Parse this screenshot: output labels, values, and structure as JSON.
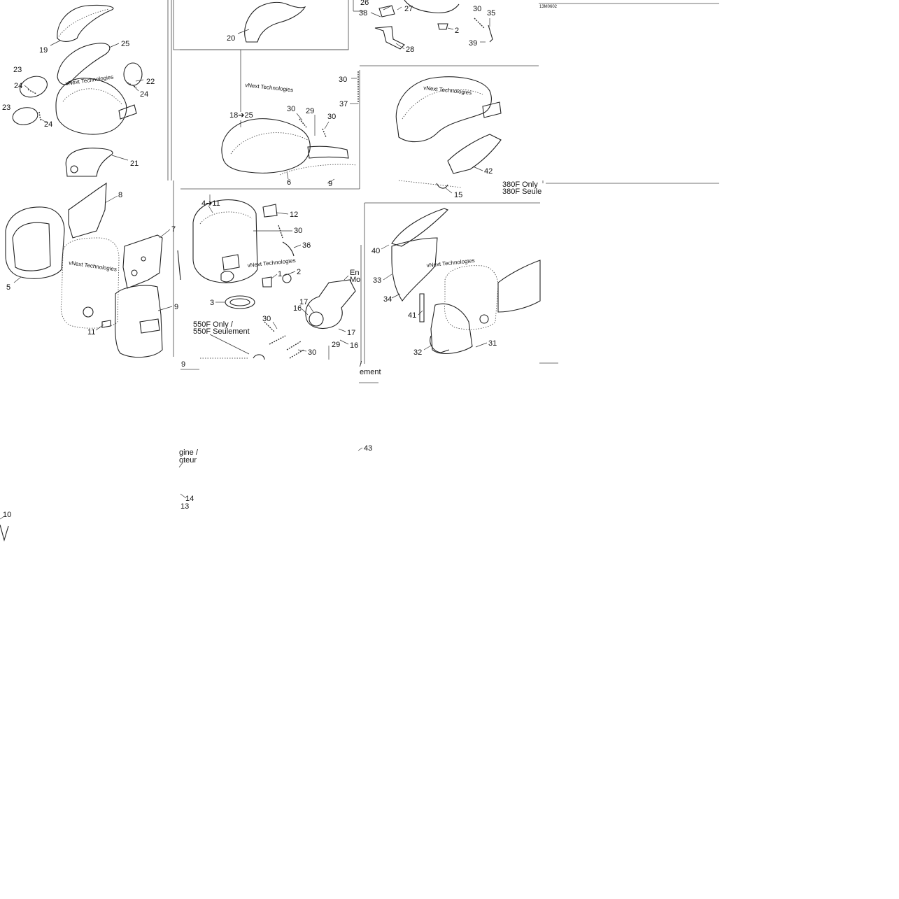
{
  "diagram": {
    "drawing_code": "13M0602",
    "watermark": "vNext Technologies",
    "notes": {
      "f380": [
        "380F Only",
        "380F Seule"
      ],
      "f550": [
        "550F Only /",
        "550F Seulement"
      ],
      "engine_mid": [
        "En",
        "Mo"
      ],
      "engine_low": [
        "gine /",
        "oteur"
      ],
      "frag_seulement": [
        "/",
        "ement"
      ]
    },
    "callouts": [
      "19",
      "25",
      "23",
      "24",
      "22",
      "24",
      "23",
      "24",
      "21",
      "8",
      "7",
      "5",
      "9",
      "11",
      "10",
      "20",
      "18➔25",
      "30",
      "29",
      "30",
      "6",
      "9",
      "4➔11",
      "12",
      "30",
      "36",
      "2",
      "1",
      "3",
      "17",
      "16",
      "17",
      "16",
      "29",
      "30",
      "30",
      "14",
      "13",
      "9",
      "26",
      "27",
      "38",
      "28",
      "2",
      "30",
      "35",
      "39",
      "30",
      "37",
      "42",
      "15",
      "40",
      "33",
      "34",
      "41",
      "32",
      "31",
      "43"
    ]
  }
}
